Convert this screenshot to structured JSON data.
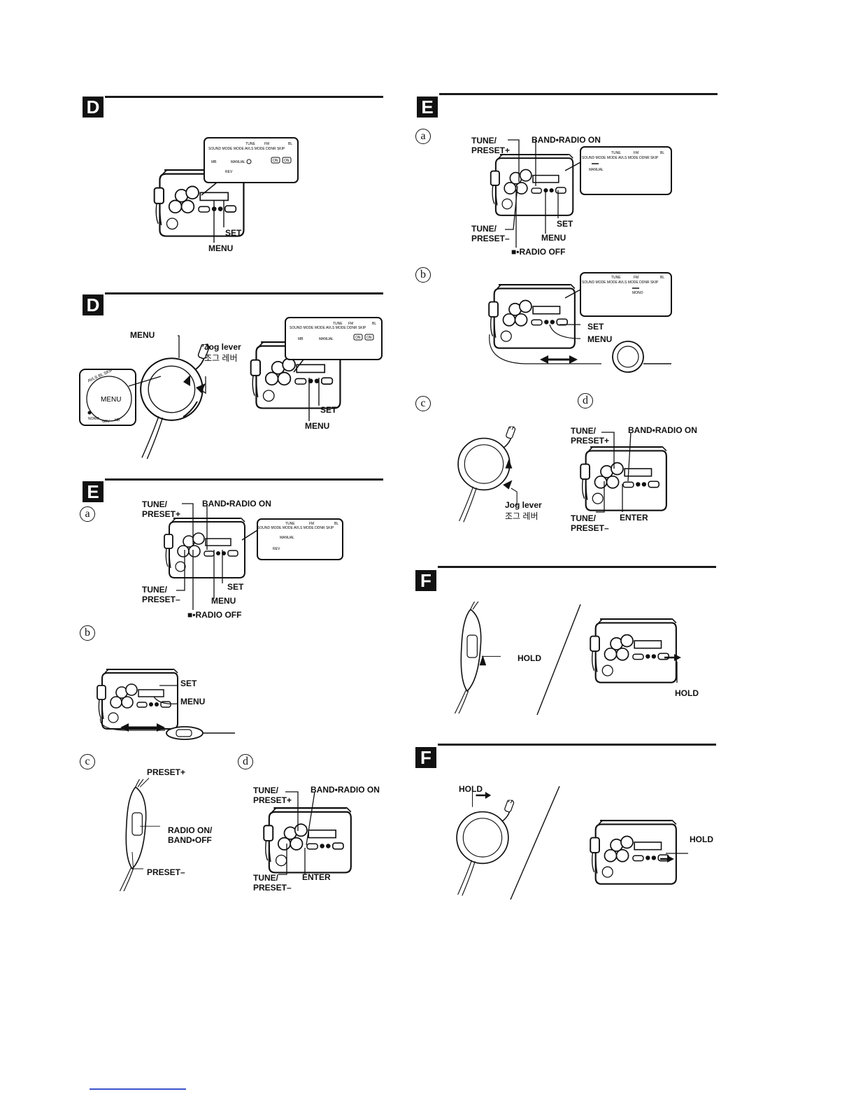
{
  "sections": [
    {
      "id": "D1",
      "badge": "D",
      "labels": {
        "set": "SET",
        "menu": "MENU"
      },
      "lcd": {
        "header": "SOUND MODE MODE AVLS MODE DDNR SKIP",
        "tune": "TUNE",
        "fm": "FM",
        "bl": "BL",
        "mb": "MB",
        "manual": "MANUAL",
        "rev": "REV",
        "on1": "ON",
        "on2": "ON"
      }
    },
    {
      "id": "D2",
      "badge": "D",
      "labels": {
        "menu_top": "MENU",
        "jog_en": "Jog lever",
        "jog_ko": "조그 레버",
        "set": "SET",
        "menu_bottom": "MENU"
      },
      "dial": {
        "avls": "AVLS BL SKIP",
        "menu": "MENU",
        "norm": "NORM",
        "grv": "GRV",
        "mb": "MB"
      },
      "lcd": {
        "header": "SOUND MODE MODE AVLS MODE DDNR SKIP",
        "tune": "TUNE",
        "fm": "FM",
        "bl": "BL",
        "mb": "MB",
        "manual": "MANUAL",
        "on1": "ON",
        "on2": "ON"
      }
    },
    {
      "id": "E1",
      "badge": "E",
      "sub_a": "a",
      "sub_b": "b",
      "sub_c": "c",
      "sub_d": "d",
      "a": {
        "tune_plus": "TUNE/\nPRESET+",
        "band": "BAND•RADIO ON",
        "tune_minus": "TUNE/\nPRESET–",
        "set": "SET",
        "menu": "MENU",
        "radio_off": "■•RADIO OFF"
      },
      "lcd": {
        "header": "SOUND MODE MODE AVLS MODE DDNR SKIP",
        "tune": "TUNE",
        "fm": "FM",
        "bl": "BL",
        "manual": "MANUAL",
        "rev": "REV"
      },
      "b": {
        "set": "SET",
        "menu": "MENU"
      },
      "c": {
        "preset_plus": "PRESET+",
        "radio_on": "RADIO ON/\nBAND•OFF",
        "preset_minus": "PRESET–"
      },
      "d": {
        "tune_plus": "TUNE/\nPRESET+",
        "band": "BAND•RADIO ON",
        "tune_minus": "TUNE/\nPRESET–",
        "enter": "ENTER"
      }
    },
    {
      "id": "E2",
      "badge": "E",
      "sub_a": "a",
      "sub_b": "b",
      "sub_c": "c",
      "sub_d": "d",
      "a": {
        "tune_plus": "TUNE/\nPRESET+",
        "band": "BAND•RADIO ON",
        "tune_minus": "TUNE/\nPRESET–",
        "set": "SET",
        "menu": "MENU",
        "radio_off": "■•RADIO OFF"
      },
      "lcd_a": {
        "header": "SOUND MODE MODE AVLS MODE DDNR SKIP",
        "tune": "TUNE",
        "fm": "FM",
        "bl": "BL",
        "manual": "MANUAL"
      },
      "b": {
        "set": "SET",
        "menu": "MENU"
      },
      "lcd_b": {
        "header": "SOUND MODE MODE AVLS MODE DDNR SKIP",
        "tune": "TUNE",
        "fm": "FM",
        "bl": "BL",
        "mono": "MONO"
      },
      "c": {
        "jog_en": "Jog lever",
        "jog_ko": "조그 레버"
      },
      "d": {
        "tune_plus": "TUNE/\nPRESET+",
        "band": "BAND•RADIO ON",
        "tune_minus": "TUNE/\nPRESET–",
        "enter": "ENTER"
      }
    },
    {
      "id": "F1",
      "badge": "F",
      "labels": {
        "hold_remote": "HOLD",
        "hold_unit": "HOLD"
      }
    },
    {
      "id": "F2",
      "badge": "F",
      "labels": {
        "hold_remote": "HOLD",
        "hold_unit": "HOLD"
      }
    }
  ]
}
